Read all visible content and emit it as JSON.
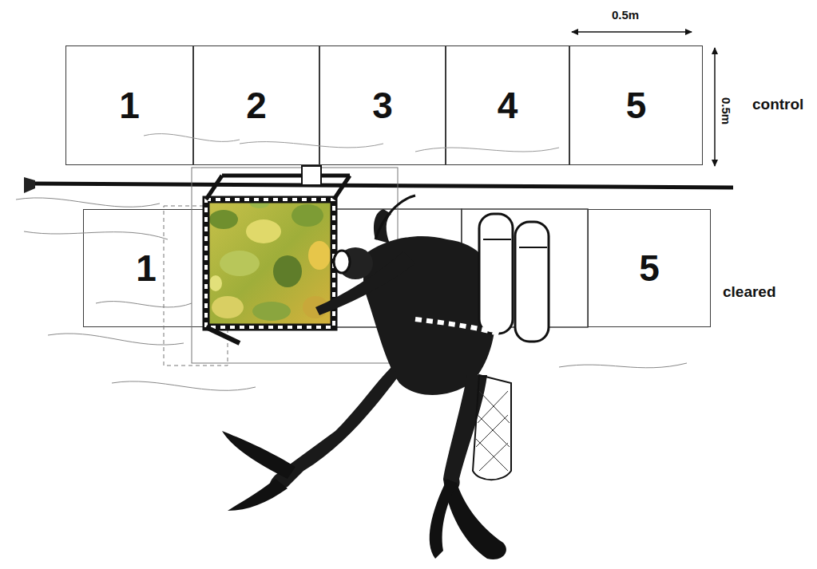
{
  "diagram": {
    "nodes": [
      {
        "text": [
          "1"
        ]
      },
      {
        "text": [
          "2"
        ]
      },
      {
        "text": [
          "3"
        ]
      },
      {
        "text": [
          "4"
        ]
      },
      {
        "text": [
          "5"
        ]
      },
      {
        "text": [
          "1"
        ]
      },
      {
        "text": [
          "5"
        ]
      }
    ],
    "labels": [
      "0.5m",
      "0.5m",
      "control",
      "cleared"
    ]
  }
}
